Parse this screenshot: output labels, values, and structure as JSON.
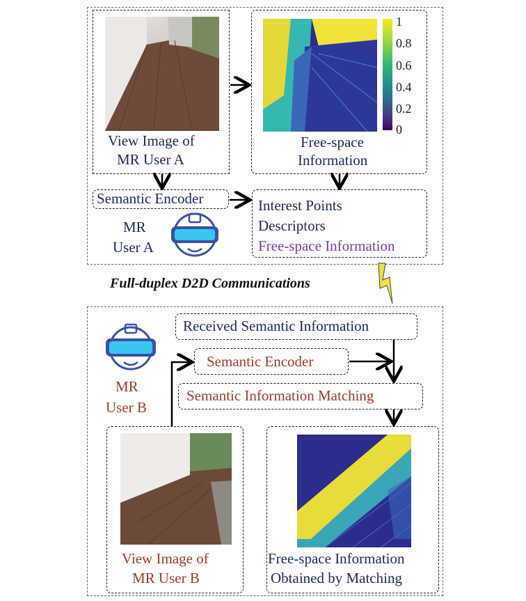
{
  "user_a": {
    "view_image_caption": [
      "View Image of",
      "MR User A"
    ],
    "free_space_caption": [
      "Free-space",
      "Information"
    ],
    "colorbar_ticks": [
      "1",
      "0.8",
      "0.6",
      "0.4",
      "0.2",
      "0"
    ],
    "semantic_encoder": "Semantic Encoder",
    "user_label": [
      "MR",
      "User A"
    ],
    "semantic_info": [
      "Interest Points",
      "Descriptors",
      "Free-space Information"
    ]
  },
  "link_label": "Full-duplex D2D Communications",
  "user_b": {
    "user_label": [
      "MR",
      "User B"
    ],
    "received_info": "Received Semantic Information",
    "semantic_encoder": "Semantic Encoder",
    "matching": "Semantic Information Matching",
    "view_image_caption": [
      "View Image of",
      "MR User B"
    ],
    "matched_caption": [
      "Free-space Information",
      "Obtained by Matching"
    ]
  },
  "colors": {
    "navy_text": "#1f2a5a",
    "red_text": "#a63a2a",
    "purple_text": "#7a3ea0",
    "lightning": "#f0e040",
    "headset": "#3a4fb0",
    "headset_visor": "#38c6f0"
  }
}
